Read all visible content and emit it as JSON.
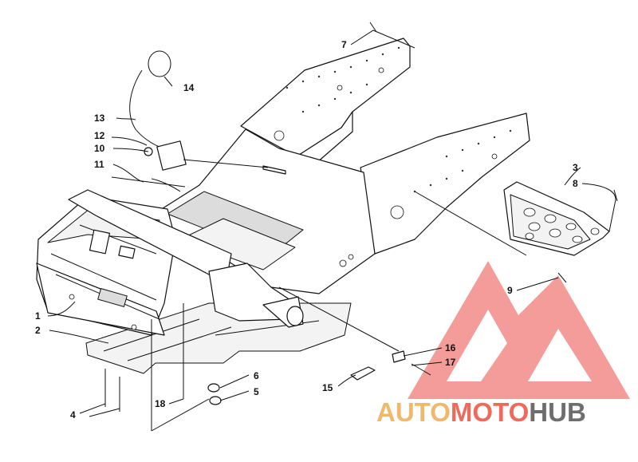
{
  "callouts": [
    {
      "id": "c1",
      "label": "1"
    },
    {
      "id": "c2",
      "label": "2"
    },
    {
      "id": "c3",
      "label": "3"
    },
    {
      "id": "c4",
      "label": "4"
    },
    {
      "id": "c5",
      "label": "5"
    },
    {
      "id": "c6",
      "label": "6"
    },
    {
      "id": "c7",
      "label": "7"
    },
    {
      "id": "c8",
      "label": "8"
    },
    {
      "id": "c9",
      "label": "9"
    },
    {
      "id": "c10",
      "label": "10"
    },
    {
      "id": "c11",
      "label": "11"
    },
    {
      "id": "c12",
      "label": "12"
    },
    {
      "id": "c13",
      "label": "13"
    },
    {
      "id": "c14",
      "label": "14"
    },
    {
      "id": "c15",
      "label": "15"
    },
    {
      "id": "c16",
      "label": "16"
    },
    {
      "id": "c17",
      "label": "17"
    },
    {
      "id": "c18",
      "label": "18"
    }
  ],
  "watermark": {
    "part1": "AUTO",
    "part2": "MOTO",
    "part3": "HUB",
    "color_auto": "#f0b86a",
    "color_moto": "#ef6a5a",
    "color_hub": "#6e6e6e",
    "logo_color": "#ee5a55"
  }
}
